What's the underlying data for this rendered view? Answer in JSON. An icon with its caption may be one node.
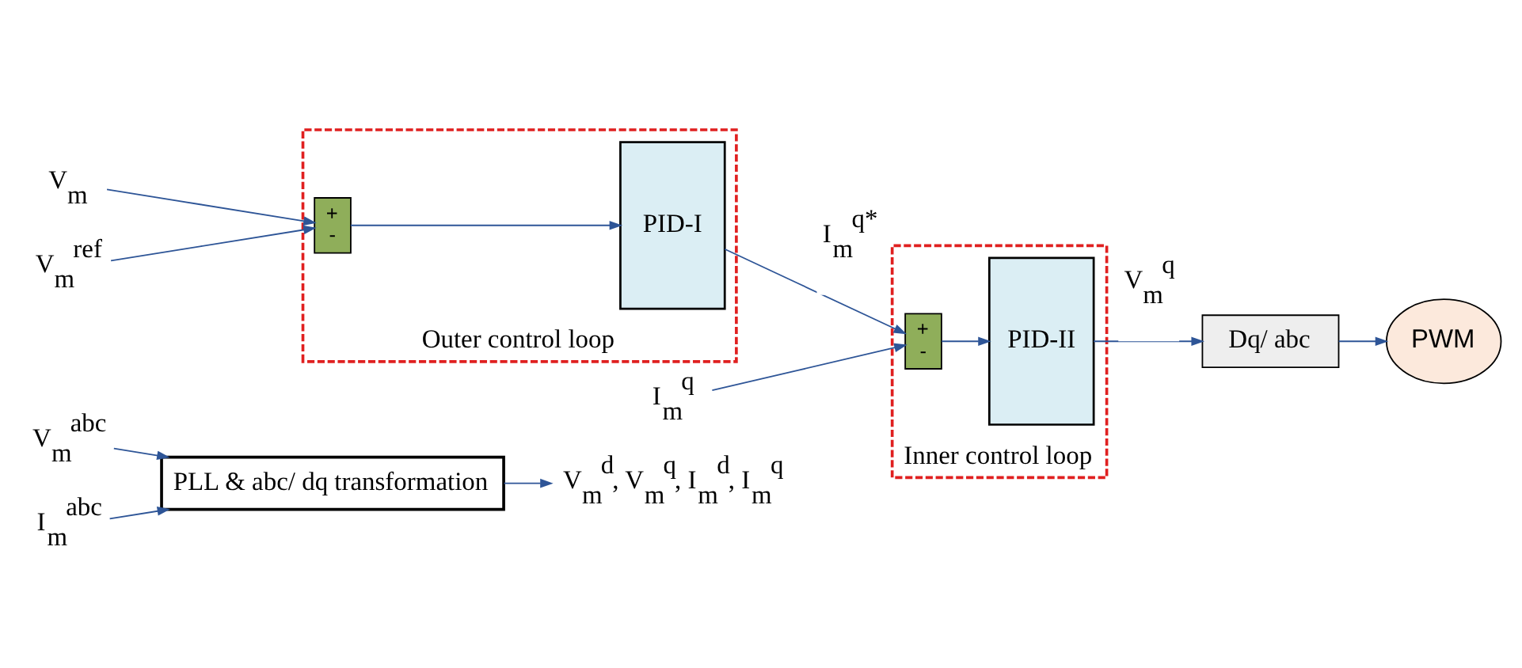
{
  "diagram": {
    "nodes": [
      {
        "text": [
          "V$_{m}$$^{abc}$"
        ]
      },
      {
        "text": [
          "I$_{m}$$^{abc}$"
        ]
      },
      {
        "text": [
          "PLL & abc/ dq transformation"
        ]
      },
      {
        "text": [
          "V$_{m}$$^{d}$, V$_{m}$$^{q}$, I$_{m}$$^{d}$, I$_{m}$$^{q}$"
        ]
      },
      {
        "text": [
          "V$_{m}$"
        ]
      },
      {
        "text": [
          "V$_{m}$$^{ref}$"
        ]
      },
      {
        "text": [
          "Outer control loop"
        ]
      },
      {
        "text": [
          "+",
          "-"
        ],
        "in": 6
      },
      {
        "text": [
          "PID-I"
        ],
        "in": 6
      },
      {
        "text": [
          "Inner control loop"
        ]
      },
      {
        "text": [
          "I$_{m}$$^{q}$"
        ]
      },
      {
        "text": [
          "+",
          "-"
        ],
        "in": 9
      },
      {
        "text": [
          "PID-II"
        ],
        "in": 9
      },
      {
        "text": [
          "Dq/ abc"
        ]
      },
      {
        "text": [
          "PWM"
        ]
      }
    ],
    "edges": [
      {
        "from": 0,
        "to": 2,
        "arrow": "to"
      },
      {
        "from": 1,
        "to": 2,
        "arrow": "to"
      },
      {
        "from": 2,
        "to": 3,
        "arrow": "to"
      },
      {
        "from": 4,
        "to": 7,
        "arrow": "to"
      },
      {
        "from": 5,
        "to": 7,
        "arrow": "to"
      },
      {
        "from": 7,
        "to": 8,
        "arrow": "to"
      },
      {
        "from": 8,
        "to": 11,
        "arrow": "to",
        "label": "I$_{m}$$^{q*}$"
      },
      {
        "from": 10,
        "to": 11,
        "arrow": "to"
      },
      {
        "from": 11,
        "to": 12,
        "arrow": "to"
      },
      {
        "from": 12,
        "to": 13,
        "arrow": "to",
        "label": "V$_{m}$$^{q}$"
      },
      {
        "from": 13,
        "to": 14,
        "arrow": "to"
      }
    ]
  }
}
